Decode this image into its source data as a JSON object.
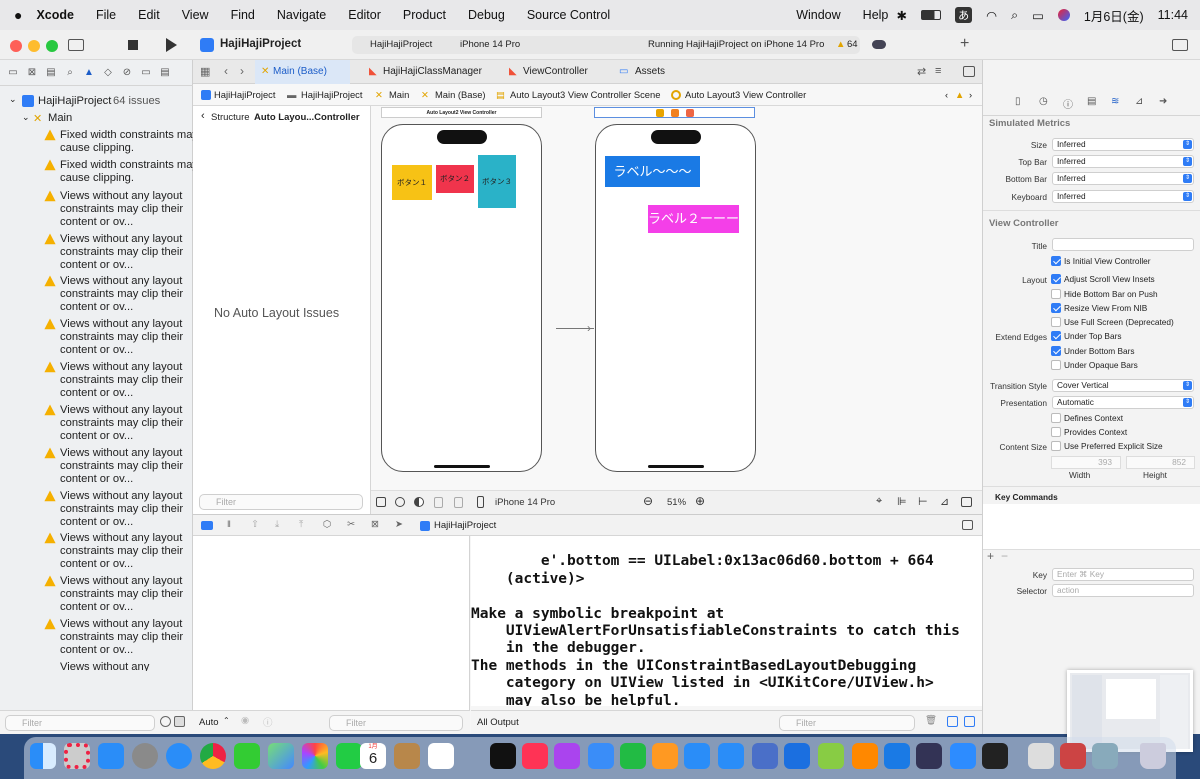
{
  "menubar": {
    "app": "Xcode",
    "items": [
      "File",
      "Edit",
      "View",
      "Find",
      "Navigate",
      "Editor",
      "Product",
      "Debug",
      "Source Control"
    ],
    "window": "Window",
    "help": "Help",
    "input_method": "あ",
    "date": "1月6日(金)",
    "time": "11:44"
  },
  "toolbar": {
    "scheme": "HajiHajiProject",
    "scheme_sub": "HajiHajiProject",
    "device": "iPhone 14 Pro",
    "status": "Running HajiHajiProject on iPhone 14 Pro",
    "warnings": "64"
  },
  "navigator": {
    "project": "HajiHajiProject",
    "issue_count": "64 issues",
    "group": "Main",
    "issues": [
      "Fixed width constraints may cause clipping.",
      "Fixed width constraints may cause clipping.",
      "Views without any layout constraints may clip their content or ov...",
      "Views without any layout constraints may clip their content or ov...",
      "Views without any layout constraints may clip their content or ov...",
      "Views without any layout constraints may clip their content or ov...",
      "Views without any layout constraints may clip their content or ov...",
      "Views without any layout constraints may clip their content or ov...",
      "Views without any layout constraints may clip their content or ov...",
      "Views without any layout constraints may clip their content or ov...",
      "Views without any layout constraints may clip their content or ov...",
      "Views without any layout constraints may clip their content or ov...",
      "Views without any layout constraints may clip their content or ov...",
      "Views without any"
    ],
    "filter_placeholder": "Filter"
  },
  "tabs": [
    "Main (Base)",
    "HajiHajiClassManager",
    "ViewController",
    "Assets"
  ],
  "jumpbar": [
    "HajiHajiProject",
    "HajiHajiProject",
    "Main",
    "Main (Base)",
    "Auto Layout3 View Controller Scene",
    "Auto Layout3 View Controller"
  ],
  "outline": {
    "back": "Structure",
    "title": "Auto Layou...Controller",
    "empty": "No Auto Layout Issues",
    "filter_placeholder": "Filter"
  },
  "canvas": {
    "scene1_title": "Auto Layout2 View Controller",
    "buttons": [
      "ボタン１",
      "ボタン２",
      "ボタン３"
    ],
    "label1": "ラベル〜〜〜",
    "label2": "ラベル２ーーー",
    "device": "iPhone 14 Pro",
    "zoom": "51%"
  },
  "debug": {
    "target": "HajiHajiProject",
    "console_text": "    e'.bottom == UILabel:0x13ac06d60.bottom + 664\n    (active)>\n\nMake a symbolic breakpoint at\n    UIViewAlertForUnsatisfiableConstraints to catch this\n    in the debugger.\nThe methods in the UIConstraintBasedLayoutDebugging\n    category on UIView listed in <UIKitCore/UIView.h>\n    may also be helpful.",
    "auto": "Auto",
    "all_output": "All Output",
    "filter_placeholder": "Filter"
  },
  "inspector": {
    "sim_metrics": "Simulated Metrics",
    "size_label": "Size",
    "size_value": "Inferred",
    "topbar_label": "Top Bar",
    "topbar_value": "Inferred",
    "bottombar_label": "Bottom Bar",
    "bottombar_value": "Inferred",
    "keyboard_label": "Keyboard",
    "keyboard_value": "Inferred",
    "vc_head": "View Controller",
    "title_label": "Title",
    "is_initial": "Is Initial View Controller",
    "layout_label": "Layout",
    "adjust_scroll": "Adjust Scroll View Insets",
    "hide_bottom": "Hide Bottom Bar on Push",
    "resize_nib": "Resize View From NIB",
    "full_screen": "Use Full Screen (Deprecated)",
    "extend_edges": "Extend Edges",
    "under_top": "Under Top Bars",
    "under_bottom": "Under Bottom Bars",
    "under_opaque": "Under Opaque Bars",
    "transition_label": "Transition Style",
    "transition_value": "Cover Vertical",
    "presentation_label": "Presentation",
    "presentation_value": "Automatic",
    "defines_context": "Defines Context",
    "provides_context": "Provides Context",
    "content_size_label": "Content Size",
    "explicit_size": "Use Preferred Explicit Size",
    "width_value": "393",
    "height_value": "852",
    "width_label": "Width",
    "height_label": "Height",
    "key_commands": "Key Commands",
    "key_label": "Key",
    "key_placeholder": "Enter ⌘ Key",
    "selector_label": "Selector",
    "selector_placeholder": "action"
  },
  "dock": {
    "calendar_day": "6",
    "calendar_month": "1月"
  }
}
